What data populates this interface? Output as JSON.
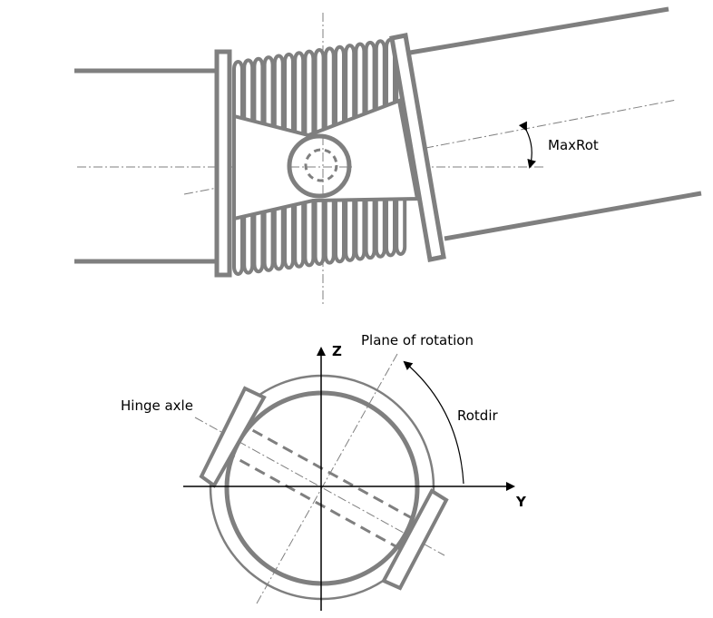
{
  "labels": {
    "max_rot": "MaxRot",
    "plane_of_rotation": "Plane of rotation",
    "hinge_axle": "Hinge axle",
    "rotdir": "Rotdir",
    "axis_z": "Z",
    "axis_y": "Y"
  },
  "colors": {
    "part": "#7f7f7f",
    "annotation": "#000000"
  }
}
